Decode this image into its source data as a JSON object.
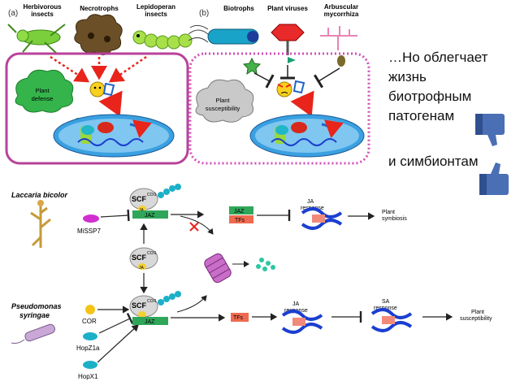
{
  "panel_a": {
    "tag": "(a)",
    "attackers": [
      "Herbivorous",
      "insects",
      "Necrotrophs",
      "Lepidoperan",
      "insects"
    ],
    "cloud": [
      "Plant",
      "defense"
    ]
  },
  "panel_b": {
    "tag": "(b)",
    "attackers": [
      "Biotrophs",
      "Plant viruses",
      "Arbuscular",
      "mycorrhiza"
    ],
    "cloud": [
      "Plant",
      "susceptibility"
    ]
  },
  "side_text": {
    "line1": "…Но облегчает",
    "line2": "жизнь",
    "line3": "биотрофным",
    "line4": "патогенам",
    "line5": "и симбионтам"
  },
  "bottom": {
    "laccaria": "Laccaria bicolor",
    "pseudomonas": [
      "Pseudomonas",
      "syringae"
    ],
    "missp7": "MiSSP7",
    "cor": "COR",
    "hopz1a": "HopZ1a",
    "hopx1": "HopX1",
    "scf": "SCF",
    "coi1": "COI1",
    "jaz": "JAZ",
    "ja": "JA",
    "tfs": "TFs",
    "ja_response": [
      "JA",
      "response"
    ],
    "sa_response": [
      "SA",
      "response"
    ],
    "plant_symbiosis": [
      "Plant",
      "symbiosis"
    ],
    "plant_susceptibility": [
      "Plant",
      "susceptibility"
    ]
  },
  "colors": {
    "panel_a_border": "#b8429a",
    "panel_b_border": "#d24fb6",
    "red_arrow": "#e8241b",
    "blue_arrow": "#1f63c8",
    "cloud_green": "#34b44a",
    "nucleus": "#3aa0e0",
    "jaz_green": "#2fa65a",
    "tfs_red": "#f06a4f",
    "dna_blue": "#1a3fd0",
    "bead_teal": "#1cb0c8"
  },
  "icons": [
    "thumbs-down-icon",
    "thumbs-up-icon",
    "grasshopper-icon",
    "necrotroph-icon",
    "caterpillar-icon",
    "bacterium-icon",
    "virus-icon",
    "mycorrhiza-icon",
    "mushroom-icon",
    "dna-icon",
    "proteasome-icon"
  ]
}
